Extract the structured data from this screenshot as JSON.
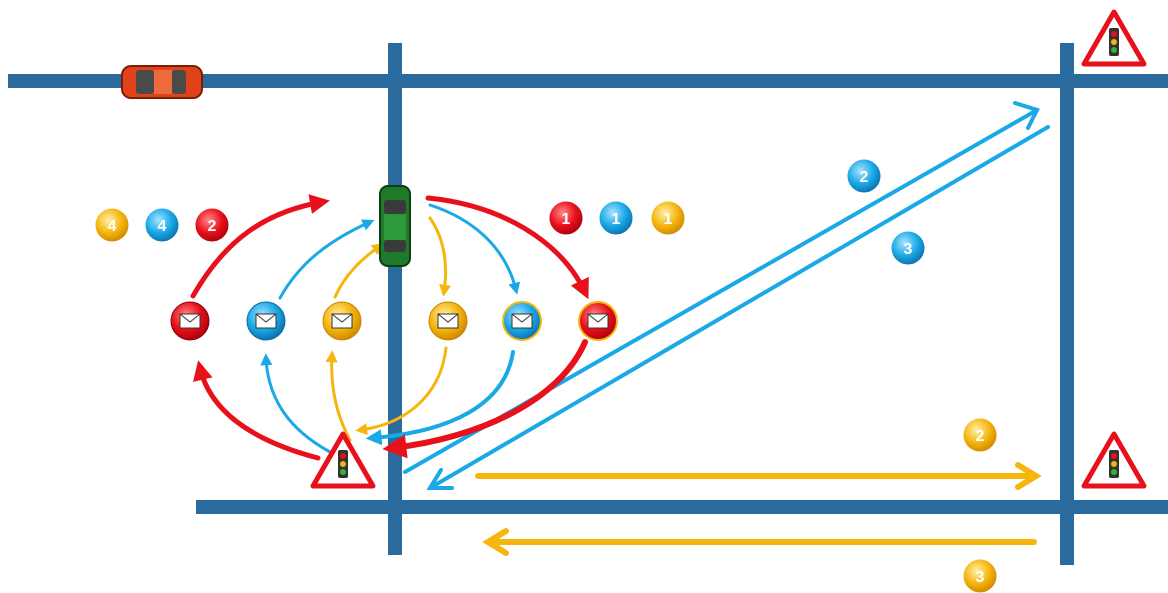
{
  "colors": {
    "road": "#2b6a9c",
    "red": "#e8101a",
    "blue": "#1aa8e6",
    "yellow": "#f5b50d",
    "car_orange": "#e0431a",
    "car_green": "#1f7a2a"
  },
  "icons": {
    "vehicle": "car-icon",
    "infrastructure": "traffic-light-warning-icon",
    "message": "envelope-icon"
  },
  "badges_left": [
    "4",
    "4",
    "2"
  ],
  "badges_right": [
    "1",
    "1",
    "1"
  ],
  "badges_diagonal": [
    "2",
    "3"
  ],
  "badges_horizontal": [
    "2",
    "3"
  ]
}
